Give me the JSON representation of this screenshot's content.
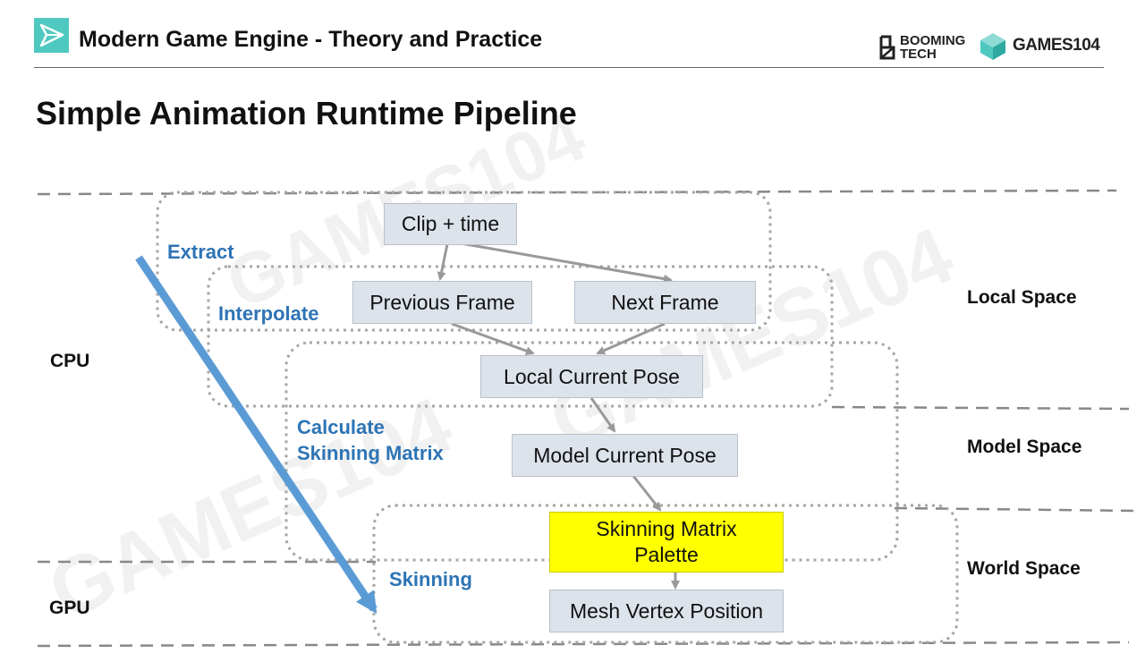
{
  "header": {
    "title": "Modern Game Engine - Theory and Practice",
    "logo_booming_line1": "BOOMING",
    "logo_booming_line2": "TECH",
    "logo_games": "GAMES104"
  },
  "slide": {
    "title": "Simple Animation Runtime Pipeline"
  },
  "nodes": {
    "clip_time": "Clip + time",
    "previous_frame": "Previous Frame",
    "next_frame": "Next Frame",
    "local_current_pose": "Local Current Pose",
    "model_current_pose": "Model Current Pose",
    "skinning_matrix_palette_line1": "Skinning Matrix",
    "skinning_matrix_palette_line2": "Palette",
    "mesh_vertex_position": "Mesh Vertex Position"
  },
  "stages": {
    "extract": "Extract",
    "interpolate": "Interpolate",
    "calculate_line1": "Calculate",
    "calculate_line2": "Skinning Matrix",
    "skinning": "Skinning"
  },
  "processors": {
    "cpu": "CPU",
    "gpu": "GPU"
  },
  "spaces": {
    "local": "Local Space",
    "model": "Model Space",
    "world": "World Space"
  },
  "colors": {
    "stage_label": "#2e74b5",
    "flow_arrow": "#5b9bd5",
    "node_fill": "#dde3eb",
    "highlight_fill": "#ffff00",
    "logo_accent": "#4fc9c0"
  },
  "icons": {
    "header_logo": "paper-plane-icon",
    "games_logo": "cube-icon"
  }
}
